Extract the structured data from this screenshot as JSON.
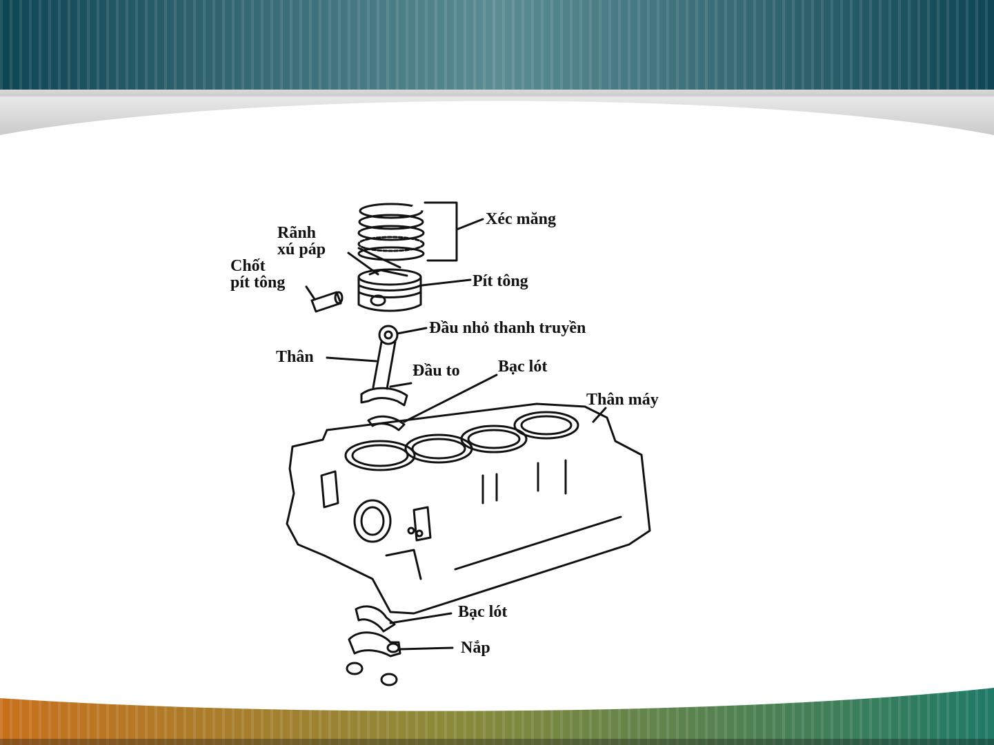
{
  "theme": {
    "header_dark": "#0f4654",
    "header_mid": "#5b8c93",
    "footer_orange": "#c8701c",
    "footer_green": "#1f7a66",
    "swoosh_grey": "#9a9a9a"
  },
  "labels": {
    "piston_rings": "Xéc măng",
    "valve_groove_1": "Rãnh",
    "valve_groove_2": "xú páp",
    "piston_pin_1": "Chốt",
    "piston_pin_2": "pít tông",
    "piston": "Pít tông",
    "small_end": "Đầu nhỏ thanh truyền",
    "rod_body": "Thân",
    "big_end": "Đầu to",
    "bearing_upper": "Bạc lót",
    "engine_block": "Thân máy",
    "bearing_lower": "Bạc lót",
    "cap": "Nắp"
  }
}
